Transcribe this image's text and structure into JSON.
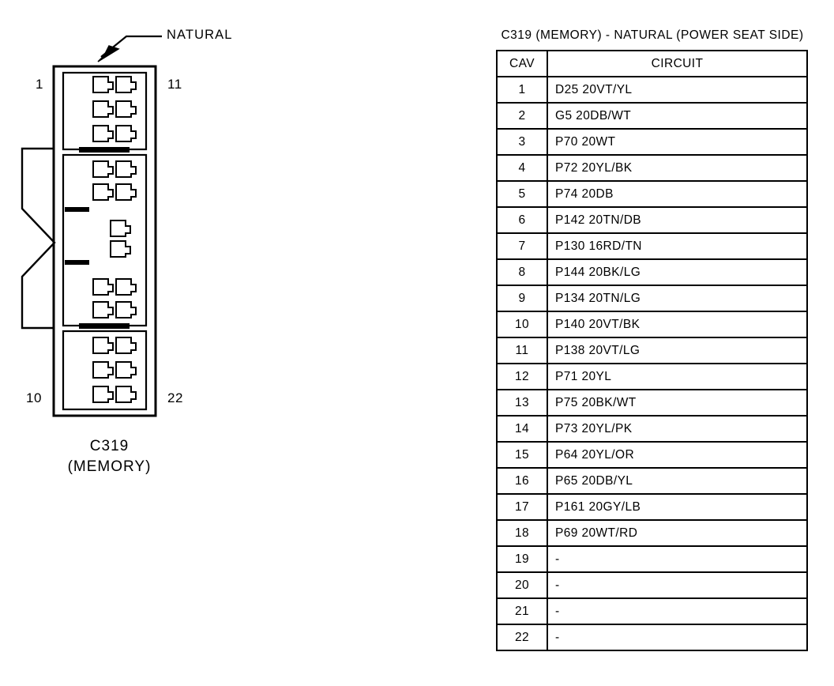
{
  "diagram": {
    "callout_label": "NATURAL",
    "callout_icon": "arrow-pointer-icon",
    "cavity_marker_top_left": "1",
    "cavity_marker_top_right": "11",
    "cavity_marker_bottom_left": "10",
    "cavity_marker_bottom_right": "22",
    "connector_id": "C319",
    "connector_function": "(MEMORY)"
  },
  "table": {
    "title": "C319 (MEMORY) - NATURAL (POWER SEAT SIDE)",
    "headers": [
      "CAV",
      "CIRCUIT"
    ],
    "rows": [
      {
        "cav": "1",
        "circuit": "D25 20VT/YL"
      },
      {
        "cav": "2",
        "circuit": "G5 20DB/WT"
      },
      {
        "cav": "3",
        "circuit": "P70 20WT"
      },
      {
        "cav": "4",
        "circuit": "P72 20YL/BK"
      },
      {
        "cav": "5",
        "circuit": "P74 20DB"
      },
      {
        "cav": "6",
        "circuit": "P142 20TN/DB"
      },
      {
        "cav": "7",
        "circuit": "P130 16RD/TN"
      },
      {
        "cav": "8",
        "circuit": "P144 20BK/LG"
      },
      {
        "cav": "9",
        "circuit": "P134 20TN/LG"
      },
      {
        "cav": "10",
        "circuit": "P140 20VT/BK"
      },
      {
        "cav": "11",
        "circuit": "P138 20VT/LG"
      },
      {
        "cav": "12",
        "circuit": "P71 20YL"
      },
      {
        "cav": "13",
        "circuit": "P75 20BK/WT"
      },
      {
        "cav": "14",
        "circuit": "P73 20YL/PK"
      },
      {
        "cav": "15",
        "circuit": "P64 20YL/OR"
      },
      {
        "cav": "16",
        "circuit": "P65 20DB/YL"
      },
      {
        "cav": "17",
        "circuit": "P161 20GY/LB"
      },
      {
        "cav": "18",
        "circuit": "P69 20WT/RD"
      },
      {
        "cav": "19",
        "circuit": "-"
      },
      {
        "cav": "20",
        "circuit": "-"
      },
      {
        "cav": "21",
        "circuit": "-"
      },
      {
        "cav": "22",
        "circuit": "-"
      }
    ]
  },
  "colors": {
    "line": "#000000",
    "background": "#ffffff"
  }
}
